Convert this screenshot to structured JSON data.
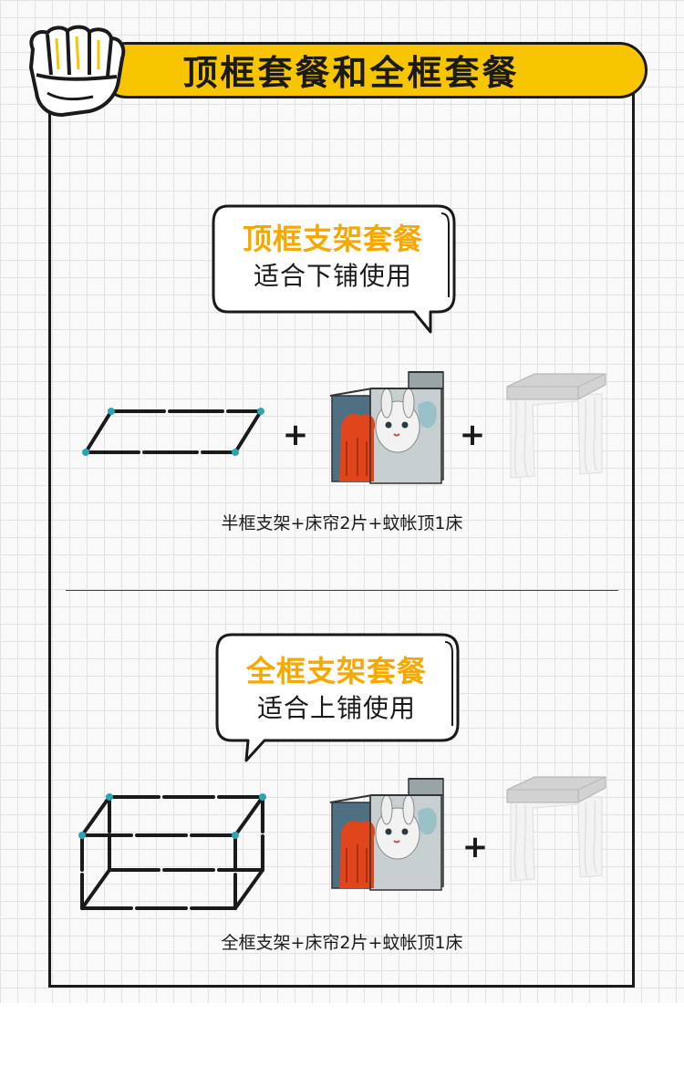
{
  "header": {
    "title": "顶框套餐和全框套餐"
  },
  "top_package": {
    "title": "顶框支架套餐",
    "subtitle": "适合下铺使用",
    "caption": "半框支架+床帘2片+蚊帐顶1床",
    "plus_1": "+",
    "plus_2": "+"
  },
  "full_package": {
    "title": "全框支架套餐",
    "subtitle": "适合上铺使用",
    "caption": "全框支架+床帘2片+蚊帐顶1床",
    "plus_1": "+"
  },
  "colors": {
    "accent_yellow": "#f7c600",
    "title_orange": "#f5a800",
    "frame_joint": "#2aa6b0",
    "curtain_red": "#e0451b",
    "curtain_blue": "#4f6f82"
  },
  "icons": [
    "fist-icon",
    "half-frame-icon",
    "full-frame-icon",
    "bed-curtain-icon",
    "mosquito-net-top-icon"
  ]
}
